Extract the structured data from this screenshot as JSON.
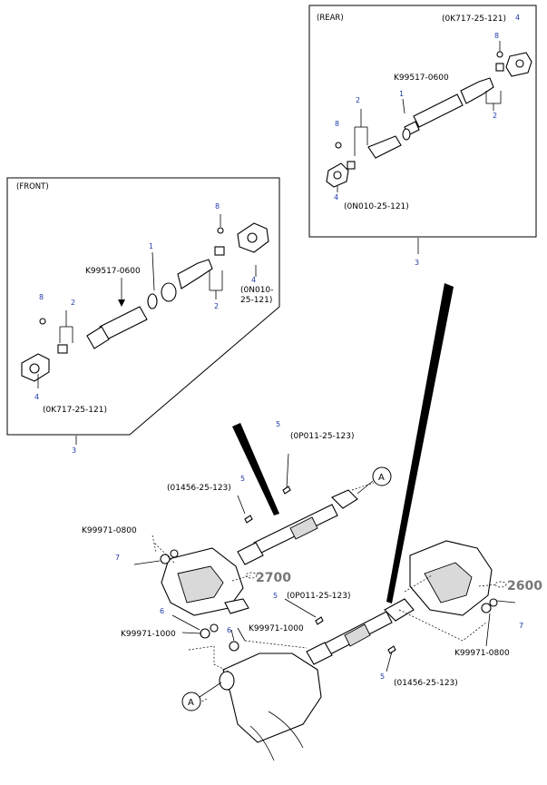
{
  "rear_box": {
    "title": "(REAR)",
    "labels": [
      "(0K717-25-121)",
      "K99517-0600",
      "(0N010-25-121)"
    ],
    "nums": [
      "4",
      "8",
      "1",
      "2",
      "2",
      "8",
      "4",
      "3"
    ]
  },
  "front_box": {
    "title": "(FRONT)",
    "labels": [
      "K99517-0600",
      "(0N010-",
      "25-121)",
      "(0K717-25-121)"
    ],
    "nums": [
      "8",
      "1",
      "4",
      "2",
      "8",
      "2",
      "4",
      "3"
    ]
  },
  "main": {
    "labels": [
      "(0P011-25-123)",
      "(01456-25-123)",
      "K99971-0800",
      "K99971-1000",
      "K99971-1000",
      "(0P011-25-123)",
      "K99971-0800",
      "(01456-25-123)"
    ],
    "nums": [
      "5",
      "5",
      "7",
      "6",
      "6",
      "5",
      "7",
      "5"
    ],
    "refs": [
      "2700",
      "2600"
    ],
    "callouts": [
      "A",
      "A"
    ]
  }
}
